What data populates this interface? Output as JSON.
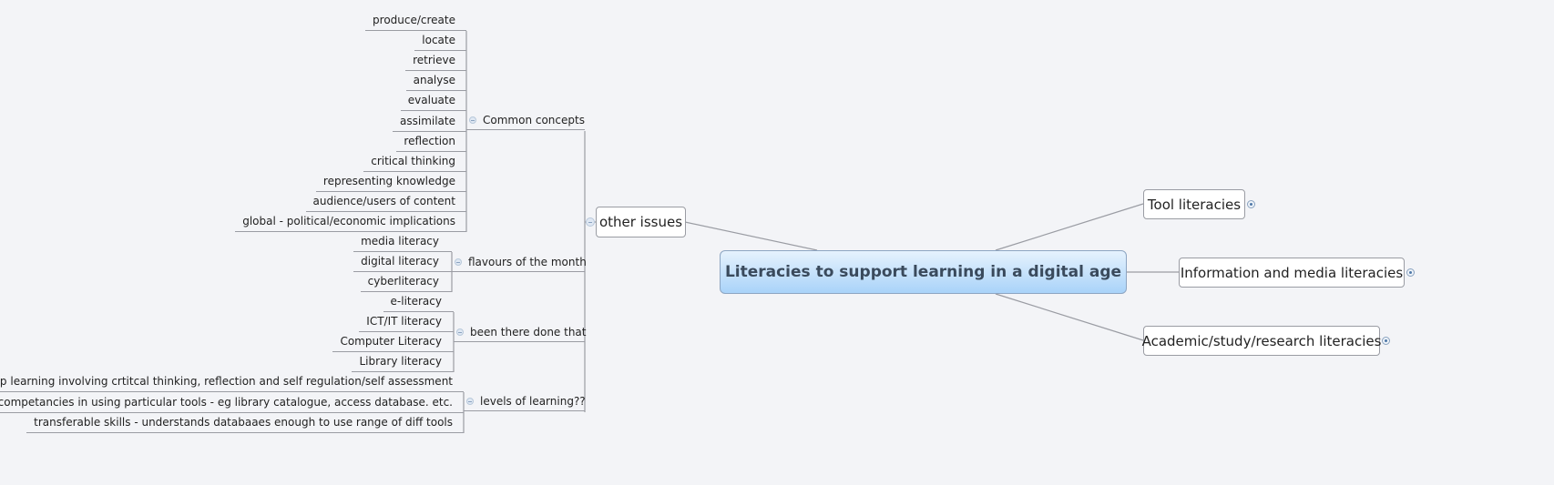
{
  "central_topic": "Literacies to support learning in a digital age",
  "right_topics": [
    {
      "label": "Tool literacies",
      "collapsed": true
    },
    {
      "label": "Information and media  literacies",
      "collapsed": true
    },
    {
      "label": "Academic/study/research literacies",
      "collapsed": true
    }
  ],
  "left_topic": {
    "label": "other issues",
    "groups": [
      {
        "label": "Common concepts",
        "items": [
          "produce/create",
          "locate",
          "retrieve",
          "analyse",
          "evaluate",
          "assimilate",
          "reflection",
          "critical thinking",
          "representing knowledge",
          "audience/users of content",
          "global - political/economic implications"
        ]
      },
      {
        "label": "flavours of the month",
        "items": [
          "media literacy",
          "digital literacy",
          "cyberliteracy"
        ]
      },
      {
        "label": "been there done that",
        "items": [
          "e-literacy",
          "ICT/IT literacy",
          "Computer Literacy",
          "Library literacy"
        ]
      },
      {
        "label": "levels of learning??",
        "items": [
          "deep learning involving crtitcal thinking, reflection and self regulation/self assessment",
          "skills/competancies in using particular tools - eg library catalogue, access database. etc.",
          "transferable skills - understands databaaes enough to use range of diff tools"
        ]
      }
    ]
  },
  "colors": {
    "line": "#9a9ca3",
    "central_top": "#e6f2fd",
    "central_bottom": "#a9d3f9",
    "background": "#f3f4f7"
  }
}
